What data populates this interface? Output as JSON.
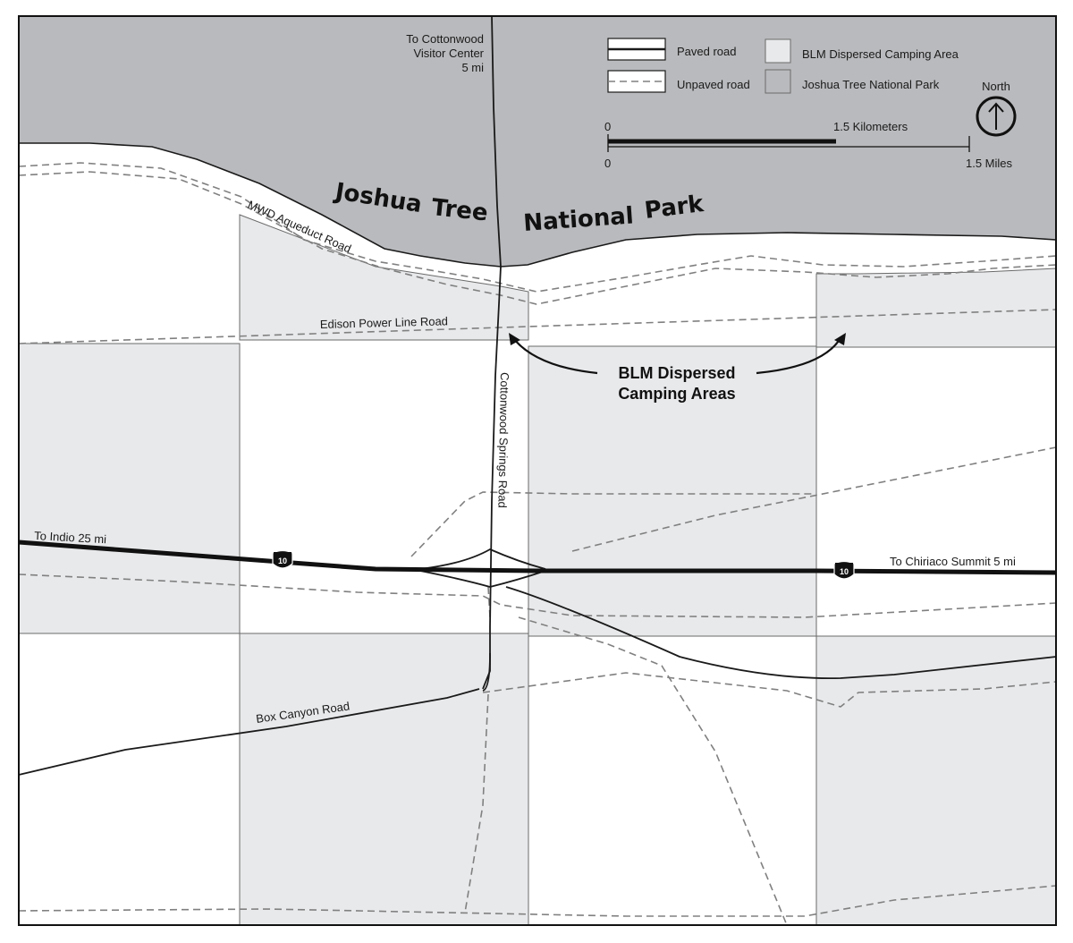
{
  "park_label": {
    "word1": "Joshua",
    "word2": "Tree",
    "word3": "National",
    "word4": "Park"
  },
  "north_road_label": {
    "line1": "To Cottonwood",
    "line2": "Visitor Center",
    "line3": "5 mi"
  },
  "road_labels": {
    "mwd": "MWD Aqueduct Road",
    "edison": "Edison Power Line Road",
    "cottonwood": "Cottonwood Springs Road",
    "box_canyon": "Box Canyon Road",
    "to_indio": "To Indio 25 mi",
    "to_chiriaco": "To Chiriaco Summit 5 mi"
  },
  "callout": {
    "line1": "BLM Dispersed",
    "line2": "Camping Areas"
  },
  "interstate": {
    "number": "10"
  },
  "legend": {
    "paved": "Paved road",
    "unpaved": "Unpaved road",
    "blm": "BLM Dispersed Camping Area",
    "park": "Joshua Tree National Park",
    "north": "North"
  },
  "scale_bar": {
    "km_zero": "0",
    "km_label": "1.5 Kilometers",
    "mi_zero": "0",
    "mi_label": "1.5 Miles"
  },
  "colors": {
    "park_fill": "#b9babd",
    "blm_fill": "#e8e9eb",
    "paved_road": "#1a1a1a",
    "unpaved_road": "#808080"
  },
  "icons": {
    "north_arrow": "north-arrow-icon",
    "interstate_shield": "interstate-shield-icon"
  }
}
